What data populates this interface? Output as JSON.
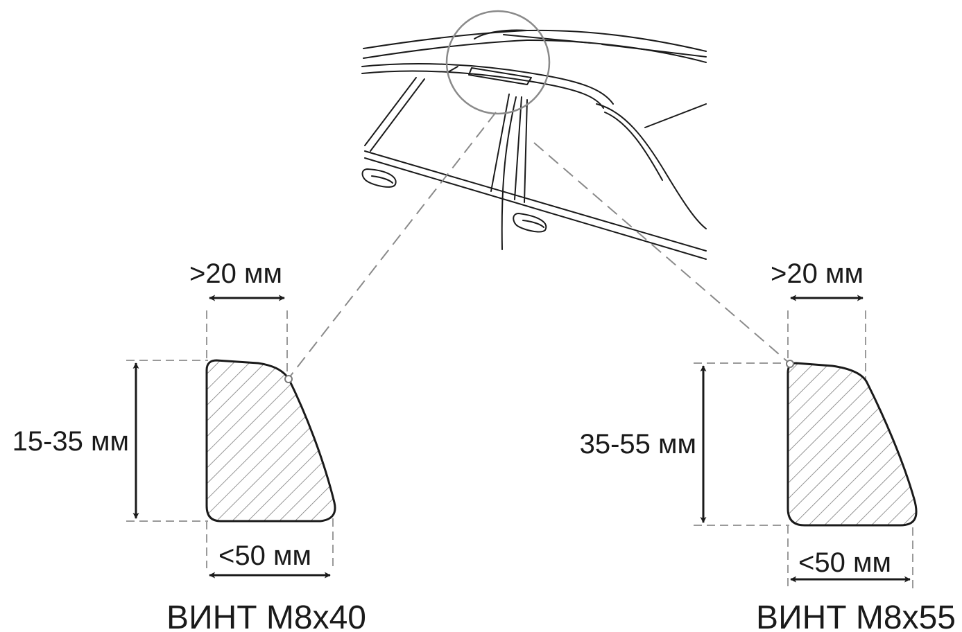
{
  "left_profile": {
    "width_top": ">20 мм",
    "height": "15-35 мм",
    "width_bottom": "<50 мм",
    "screw": "ВИНТ М8х40"
  },
  "right_profile": {
    "width_top": ">20 мм",
    "height": "35-55 мм",
    "width_bottom": "<50 мм",
    "screw": "ВИНТ М8х55"
  },
  "colors": {
    "line": "#1a1a1a",
    "guide": "#9a9a9a",
    "hatch": "#7a7a7a"
  }
}
